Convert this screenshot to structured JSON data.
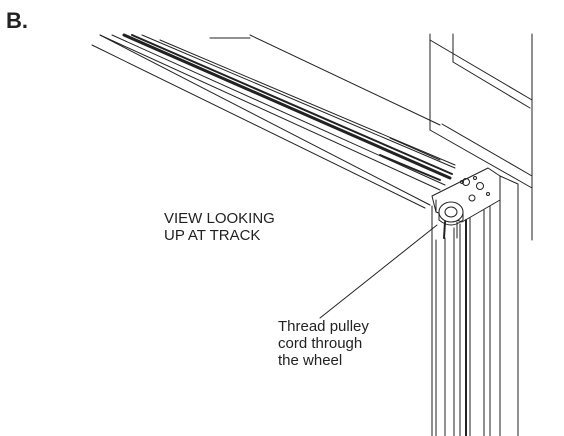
{
  "step_label": "B.",
  "view_caption": [
    "VIEW LOOKING",
    "UP AT TRACK"
  ],
  "pulley_caption": [
    "Thread pulley",
    "cord through",
    "the wheel"
  ],
  "colors": {
    "line": "#222222",
    "background": "#ffffff"
  }
}
